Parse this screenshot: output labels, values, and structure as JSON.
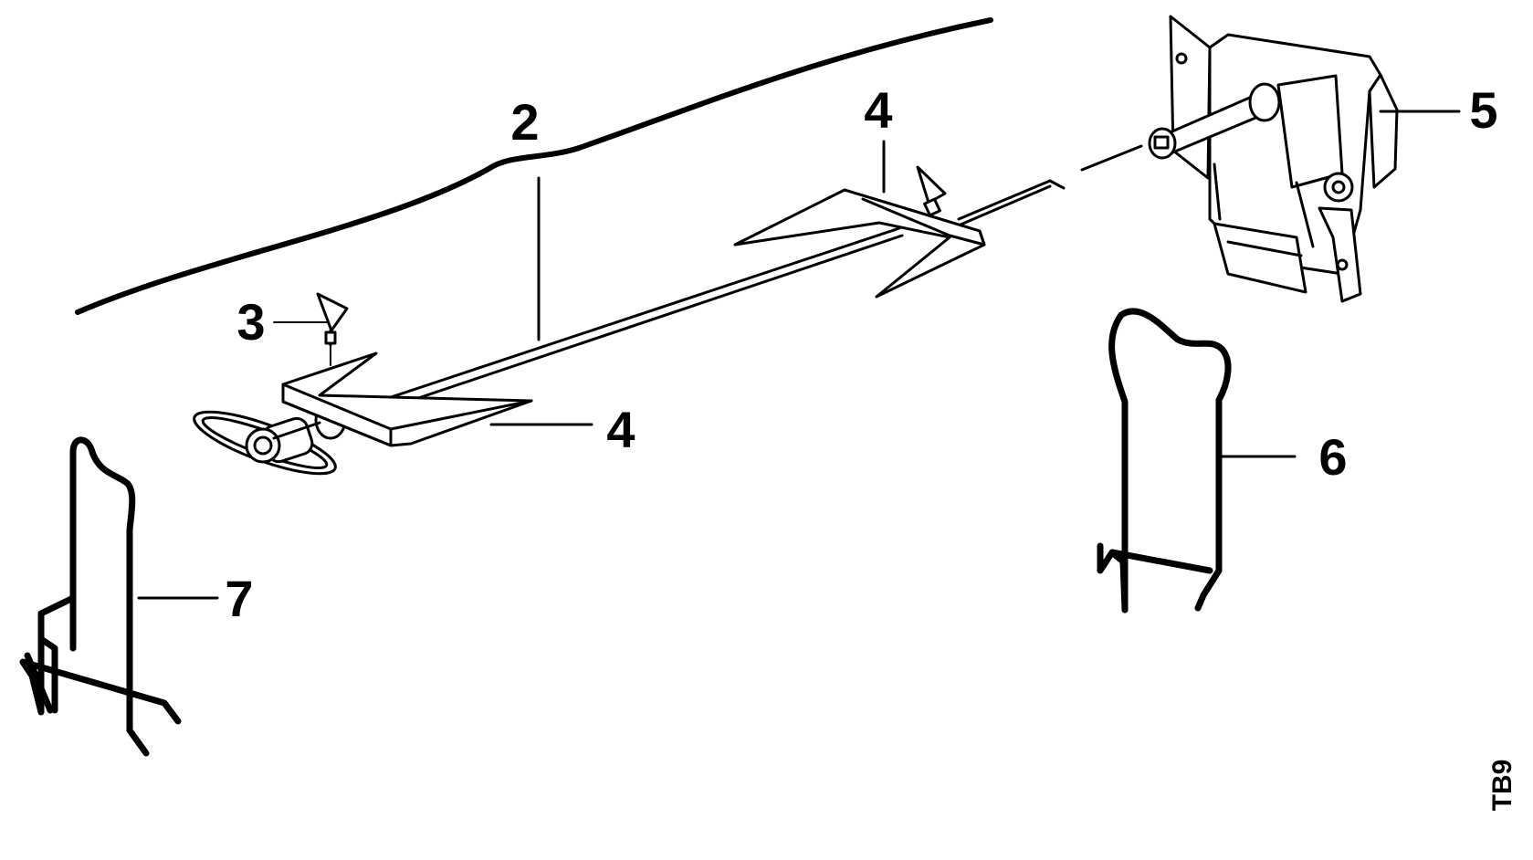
{
  "diagram": {
    "type": "exploded-parts",
    "reference_code": "TB9",
    "callouts": [
      {
        "id": "2",
        "label": "2",
        "part": "spit-rod"
      },
      {
        "id": "3",
        "label": "3",
        "part": "thumb-screw-front"
      },
      {
        "id": "4a",
        "label": "4",
        "part": "fork-rear"
      },
      {
        "id": "4b",
        "label": "4",
        "part": "fork-front"
      },
      {
        "id": "5",
        "label": "5",
        "part": "rotisserie-motor"
      },
      {
        "id": "6",
        "label": "6",
        "part": "wire-support-right"
      },
      {
        "id": "7",
        "label": "7",
        "part": "wire-support-left"
      }
    ]
  }
}
